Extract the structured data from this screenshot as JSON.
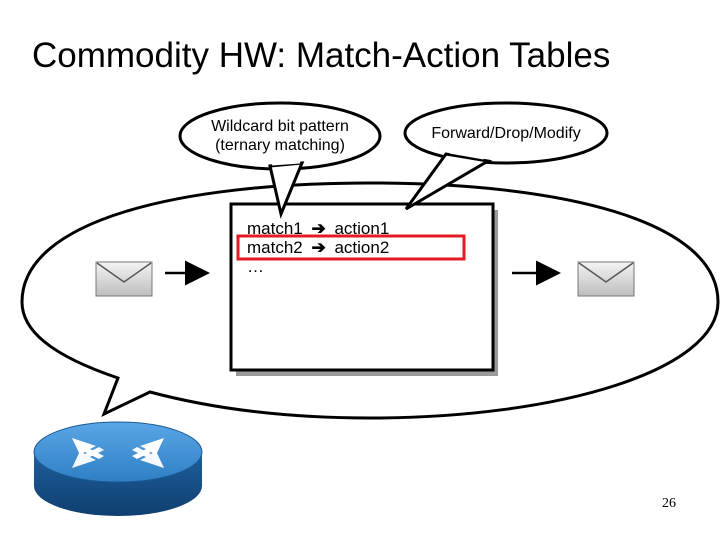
{
  "slide": {
    "title": "Commodity HW: Match-Action Tables",
    "page_number": "26"
  },
  "callouts": {
    "wildcard_line1": "Wildcard bit pattern",
    "wildcard_line2": "(ternary matching)",
    "actions": "Forward/Drop/Modify"
  },
  "table": {
    "rules": [
      {
        "match": "match1",
        "arrow": "➔",
        "action": "action1"
      },
      {
        "match": "match2",
        "arrow": "➔",
        "action": "action2"
      }
    ],
    "ellipsis": "…",
    "highlighted_row": 2,
    "highlight_color": "#e31b23"
  },
  "icons": {
    "incoming_packet": "envelope-icon",
    "outgoing_packet": "envelope-icon",
    "router": "router-icon",
    "router_color": "#2f7fc4"
  }
}
